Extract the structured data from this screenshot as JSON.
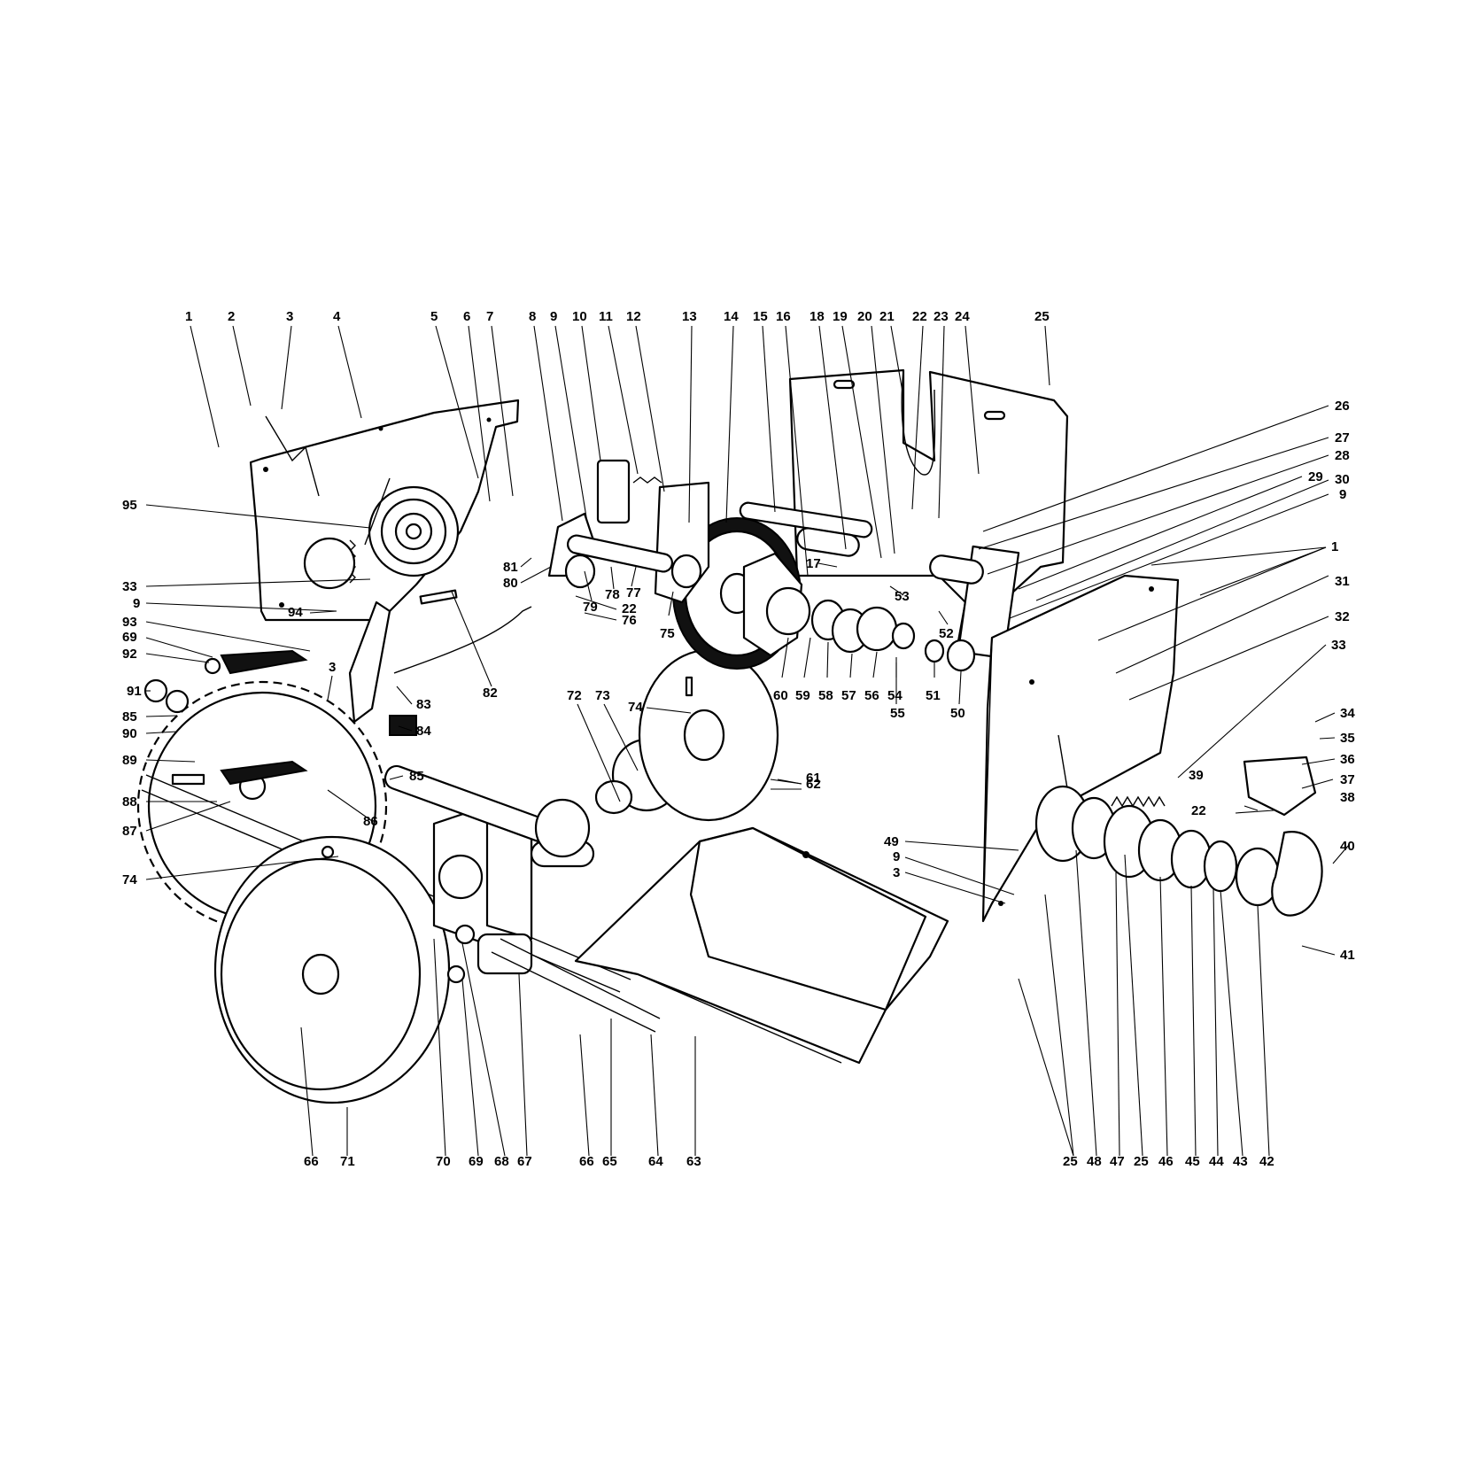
{
  "callouts": [
    {
      "label": "1"
    },
    {
      "label": "2"
    },
    {
      "label": "3"
    },
    {
      "label": "4"
    },
    {
      "label": "5"
    },
    {
      "label": "6"
    },
    {
      "label": "7"
    },
    {
      "label": "8"
    },
    {
      "label": "9"
    },
    {
      "label": "10"
    },
    {
      "label": "11"
    },
    {
      "label": "12"
    },
    {
      "label": "13"
    },
    {
      "label": "14"
    },
    {
      "label": "15"
    },
    {
      "label": "16"
    },
    {
      "label": "18"
    },
    {
      "label": "19"
    },
    {
      "label": "20"
    },
    {
      "label": "21"
    },
    {
      "label": "22"
    },
    {
      "label": "23"
    },
    {
      "label": "24"
    },
    {
      "label": "25"
    },
    {
      "label": "26"
    },
    {
      "label": "27"
    },
    {
      "label": "28"
    },
    {
      "label": "29"
    },
    {
      "label": "30"
    },
    {
      "label": "9"
    },
    {
      "label": "1"
    },
    {
      "label": "31"
    },
    {
      "label": "32"
    },
    {
      "label": "33"
    },
    {
      "label": "34"
    },
    {
      "label": "35"
    },
    {
      "label": "36"
    },
    {
      "label": "37"
    },
    {
      "label": "38"
    },
    {
      "label": "39"
    },
    {
      "label": "22"
    },
    {
      "label": "40"
    },
    {
      "label": "41"
    },
    {
      "label": "49"
    },
    {
      "label": "9"
    },
    {
      "label": "3"
    },
    {
      "label": "95"
    },
    {
      "label": "33"
    },
    {
      "label": "9"
    },
    {
      "label": "93"
    },
    {
      "label": "69"
    },
    {
      "label": "92"
    },
    {
      "label": "91"
    },
    {
      "label": "85"
    },
    {
      "label": "90"
    },
    {
      "label": "89"
    },
    {
      "label": "88"
    },
    {
      "label": "87"
    },
    {
      "label": "74"
    },
    {
      "label": "94"
    },
    {
      "label": "3"
    },
    {
      "label": "83"
    },
    {
      "label": "84"
    },
    {
      "label": "82"
    },
    {
      "label": "81"
    },
    {
      "label": "80"
    },
    {
      "label": "79"
    },
    {
      "label": "78"
    },
    {
      "label": "77"
    },
    {
      "label": "22"
    },
    {
      "label": "76"
    },
    {
      "label": "75"
    },
    {
      "label": "17"
    },
    {
      "label": "53"
    },
    {
      "label": "52"
    },
    {
      "label": "60"
    },
    {
      "label": "59"
    },
    {
      "label": "58"
    },
    {
      "label": "57"
    },
    {
      "label": "56"
    },
    {
      "label": "54"
    },
    {
      "label": "55"
    },
    {
      "label": "51"
    },
    {
      "label": "50"
    },
    {
      "label": "72"
    },
    {
      "label": "73"
    },
    {
      "label": "74"
    },
    {
      "label": "61"
    },
    {
      "label": "62"
    },
    {
      "label": "85"
    },
    {
      "label": "86"
    },
    {
      "label": "66"
    },
    {
      "label": "71"
    },
    {
      "label": "70"
    },
    {
      "label": "69"
    },
    {
      "label": "68"
    },
    {
      "label": "67"
    },
    {
      "label": "66"
    },
    {
      "label": "65"
    },
    {
      "label": "64"
    },
    {
      "label": "63"
    },
    {
      "label": "25"
    },
    {
      "label": "48"
    },
    {
      "label": "47"
    },
    {
      "label": "25"
    },
    {
      "label": "46"
    },
    {
      "label": "45"
    },
    {
      "label": "44"
    },
    {
      "label": "43"
    },
    {
      "label": "42"
    }
  ]
}
